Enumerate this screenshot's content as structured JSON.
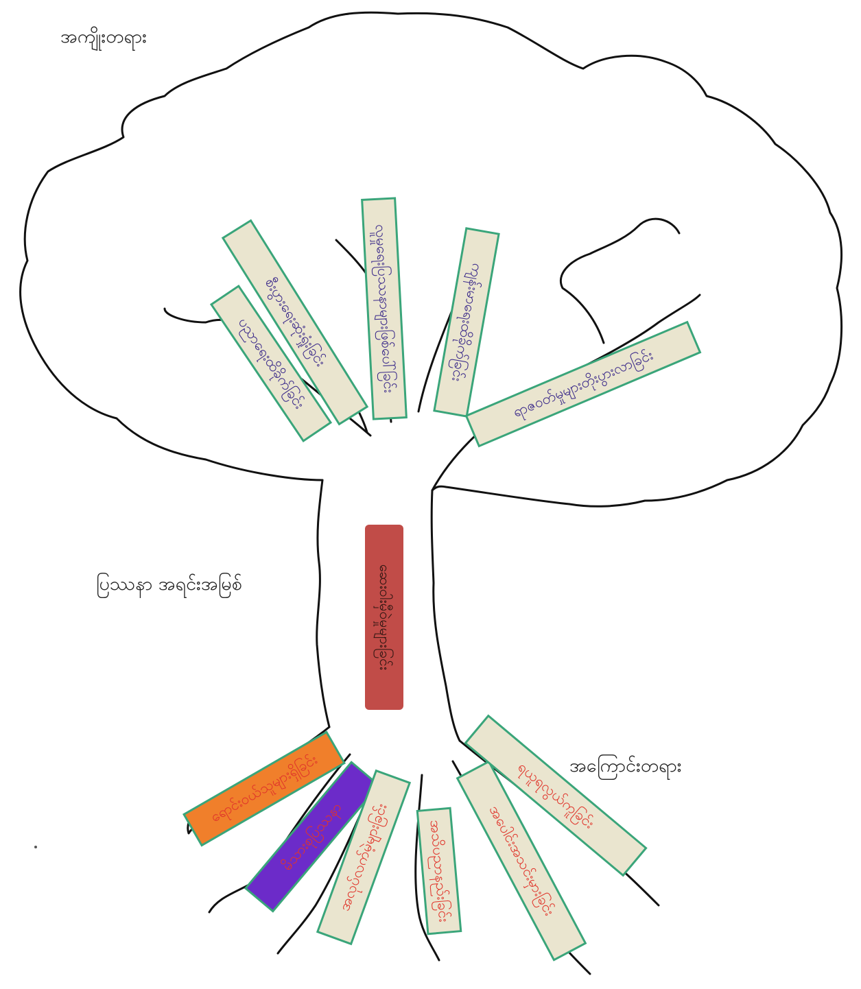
{
  "labels": {
    "fruits": "အကျိုးတရား",
    "problem": "ပြဿနာ အရင်းအမြစ်",
    "roots": "အကြောင်းတရား"
  },
  "central_problem": {
    "text": "ဆေးဝါးမှီဝဲမှုများခြင်း",
    "color": "#b8332f"
  },
  "effects": [
    {
      "text": "ပညာရေးထိခိုက်ခြင်း",
      "color": "#3b2a8a"
    },
    {
      "text": "စီးပွားရေးဆုံးရှုံးခြင်း",
      "color": "#3b2a8a"
    },
    {
      "text": "လူမှုရေးပြဿနာများဖြစ်ပေါ်ခြင်း",
      "color": "#3b2a8a"
    },
    {
      "text": "ကျန်းမာရေးထိခိုက်ခြင်း",
      "color": "#3b2a8a"
    },
    {
      "text": "ရာဇဝတ်မှုများတိုးပွားလာခြင်း",
      "color": "#3b2a8a"
    }
  ],
  "causes": [
    {
      "text": "ရောင်းဝယ်သူများရှိခြင်း",
      "color": "#e0352b",
      "fill": "#f07f2b"
    },
    {
      "text": "မိသားစုပြဿနာ",
      "color": "#e0352b",
      "fill": "#6c2bc9"
    },
    {
      "text": "အလုပ်လက်မဲ့များခြင်း",
      "color": "#e0352b",
      "fill": "#eae5cf"
    },
    {
      "text": "အသိပညာနည်းခြင်း",
      "color": "#e0352b",
      "fill": "#eae5cf"
    },
    {
      "text": "အပေါင်းအသင်းမှားခြင်း",
      "color": "#e0352b",
      "fill": "#eae5cf"
    },
    {
      "text": "ရယူရလွယ်ကူခြင်း",
      "color": "#e0352b",
      "fill": "#eae5cf"
    }
  ],
  "colors": {
    "effect_border": "#3aa57a",
    "cause_border": "#3aa57a",
    "label_fill": "#eae5cf",
    "outline": "#111111"
  }
}
